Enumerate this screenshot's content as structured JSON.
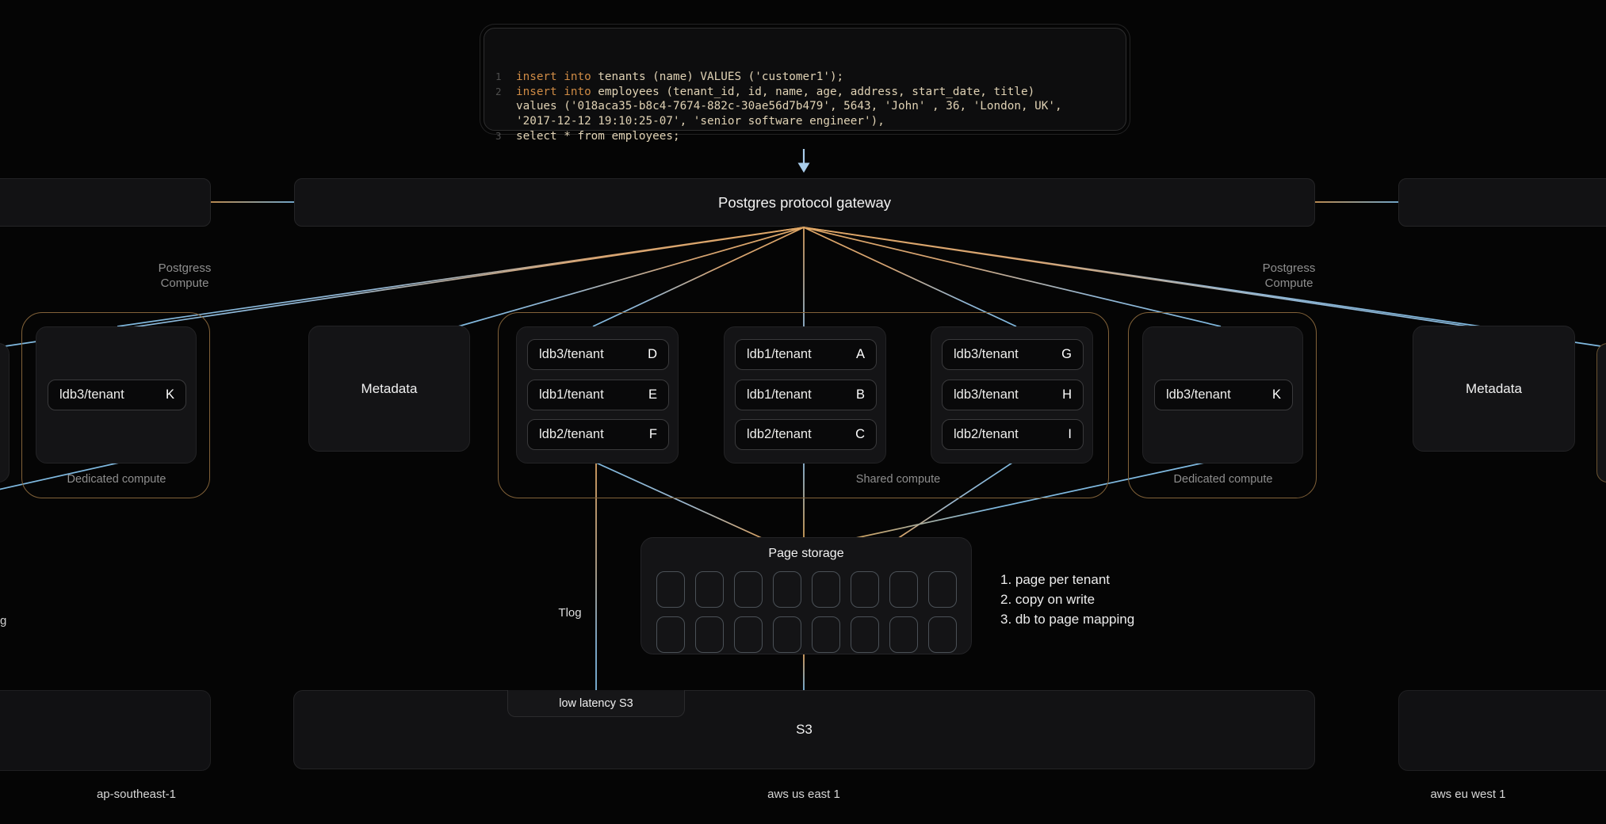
{
  "code_panel": {
    "lines": [
      {
        "num": "1",
        "segments": [
          {
            "text": "insert into",
            "type": "kw"
          },
          {
            "text": " tenants (name) VALUES ('customer1');",
            "type": "txt"
          }
        ]
      },
      {
        "num": "2",
        "segments": [
          {
            "text": "insert into",
            "type": "kw"
          },
          {
            "text": " employees (tenant_id, id, name, age, address, start_date, title)",
            "type": "txt"
          }
        ]
      },
      {
        "num": "",
        "segments": [
          {
            "text": "values ('018aca35-b8c4-7674-882c-30ae56d7b479', 5643, 'John' , 36, 'London, UK',",
            "type": "txt"
          }
        ]
      },
      {
        "num": "",
        "segments": [
          {
            "text": "'2017-12-12 19:10:25-07', 'senior software engineer'),",
            "type": "txt"
          }
        ]
      },
      {
        "num": "3",
        "segments": [
          {
            "text": "select * from employees;",
            "type": "txt"
          }
        ]
      }
    ]
  },
  "gateway": {
    "label": "Postgres protocol gateway"
  },
  "compute_label": {
    "line1": "Postgress",
    "line2": "Compute"
  },
  "shared_compute": {
    "label": "Shared compute",
    "groups": [
      {
        "tenants": [
          {
            "db": "ldb3/tenant",
            "id": "D"
          },
          {
            "db": "ldb1/tenant",
            "id": "E"
          },
          {
            "db": "ldb2/tenant",
            "id": "F"
          }
        ]
      },
      {
        "tenants": [
          {
            "db": "ldb1/tenant",
            "id": "A"
          },
          {
            "db": "ldb1/tenant",
            "id": "B"
          },
          {
            "db": "ldb2/tenant",
            "id": "C"
          }
        ]
      },
      {
        "tenants": [
          {
            "db": "ldb3/tenant",
            "id": "G"
          },
          {
            "db": "ldb3/tenant",
            "id": "H"
          },
          {
            "db": "ldb2/tenant",
            "id": "I"
          }
        ]
      }
    ]
  },
  "dedicated_left": {
    "label": "Dedicated compute",
    "tenant": {
      "db": "ldb3/tenant",
      "id": "K"
    }
  },
  "dedicated_right": {
    "label": "Dedicated compute",
    "tenant": {
      "db": "ldb3/tenant",
      "id": "K"
    }
  },
  "metadata_left": {
    "label": "Metadata"
  },
  "metadata_right": {
    "label": "Metadata"
  },
  "page_storage": {
    "title": "Page storage",
    "rows": 2,
    "cols": 8
  },
  "notes": [
    "1. page per tenant",
    "2. copy on write",
    "3. db to page mapping"
  ],
  "tlog_label": "Tlog",
  "low_latency_s3_label": "low latency S3",
  "s3_label": "S3",
  "regions": {
    "left": "ap-southeast-1",
    "center": "aws us east 1",
    "right": "aws eu west 1"
  },
  "clipped_text_left": "g",
  "colors": {
    "accent_orange": "#dba05f",
    "accent_blue": "#7fb9e0",
    "keyword": "#cf8b45",
    "code_text": "#e0d2b4"
  }
}
